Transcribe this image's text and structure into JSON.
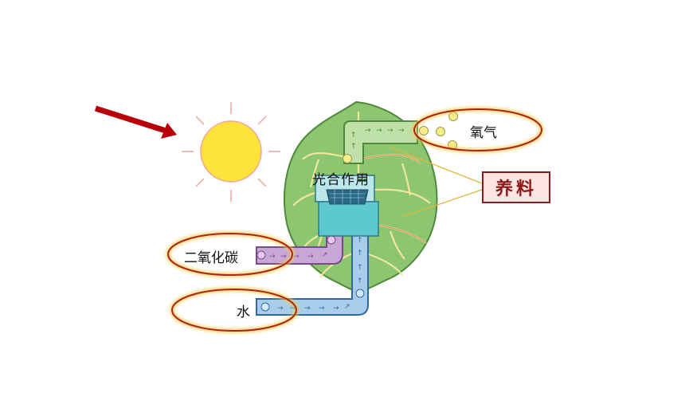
{
  "labels": {
    "oxygen": "氧气",
    "carbon_dioxide": "二氧化碳",
    "water": "水",
    "nutrients": "养料",
    "photosynthesis": "光合作用"
  },
  "colors": {
    "arrow": "#b8000a",
    "sun_fill": "#fde23c",
    "sun_rays": "#f0a49a",
    "ellipse_stroke": "#a8261b",
    "ellipse_glow": "#f5c94a",
    "leaf_fill": "#8cc670",
    "leaf_vein": "#f3e59a",
    "co2_pipe": "#c9a6d8",
    "water_pipe": "#a8cdea",
    "oxygen_pipe": "#bfe0a8",
    "machine": "#5ec8cf",
    "connector_line": "#e3b53a"
  }
}
